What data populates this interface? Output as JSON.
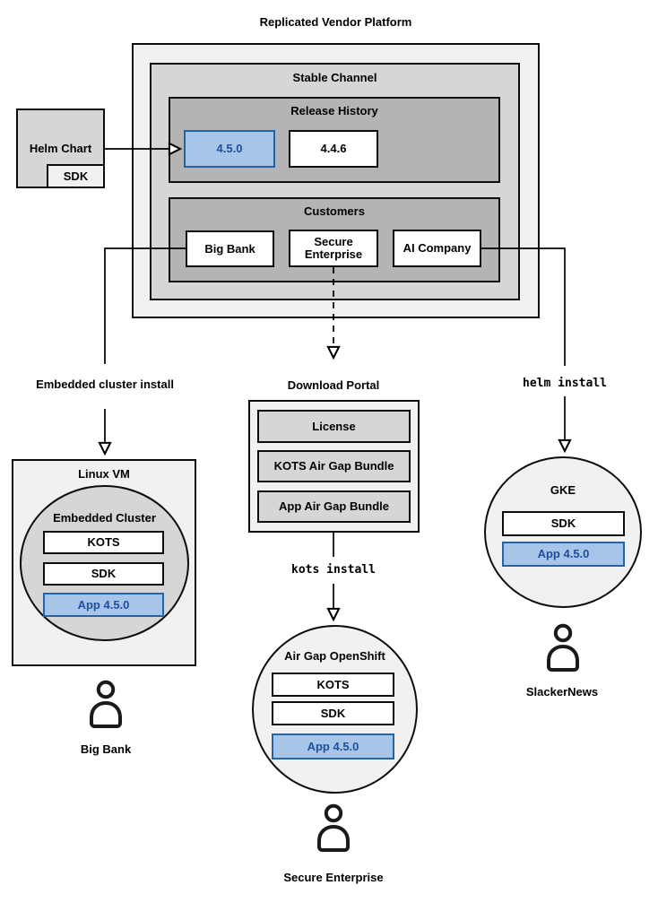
{
  "title": "Replicated Vendor Platform",
  "platform": {
    "stable_channel_label": "Stable Channel",
    "release_history_label": "Release History",
    "releases": [
      {
        "label": "4.5.0",
        "highlighted": true
      },
      {
        "label": "4.4.6",
        "highlighted": false
      }
    ],
    "customers_label": "Customers",
    "customers": [
      {
        "label": "Big Bank"
      },
      {
        "label": "Secure Enterprise"
      },
      {
        "label": "AI Company"
      }
    ]
  },
  "helm_chart": {
    "label": "Helm Chart",
    "sdk_label": "SDK"
  },
  "branches": {
    "big_bank": {
      "edge_label": "Embedded cluster install",
      "host_label": "Linux VM",
      "cluster_label": "Embedded Cluster",
      "components": [
        "KOTS",
        "SDK",
        "App 4.5.0"
      ],
      "user_label": "Big Bank"
    },
    "secure_enterprise": {
      "portal_label": "Download Portal",
      "portal_items": [
        "License",
        "KOTS Air Gap Bundle",
        "App Air Gap Bundle"
      ],
      "edge_label": "kots install",
      "cluster_label": "Air Gap OpenShift",
      "components": [
        "KOTS",
        "SDK",
        "App 4.5.0"
      ],
      "user_label": "Secure Enterprise"
    },
    "slackernews": {
      "edge_label": "helm install",
      "cluster_label": "GKE",
      "components": [
        "SDK",
        "App 4.5.0"
      ],
      "user_label": "SlackerNews"
    }
  },
  "icons": {
    "person": "person-icon"
  },
  "colors": {
    "container_light": "#f1f1f1",
    "container_mid": "#d6d6d6",
    "container_dark": "#b4b4b4",
    "node_white": "#ffffff",
    "highlight_fill": "#a7c5e8",
    "highlight_border": "#2264a5",
    "highlight_text": "#1f4e9b",
    "line": "#000000"
  }
}
